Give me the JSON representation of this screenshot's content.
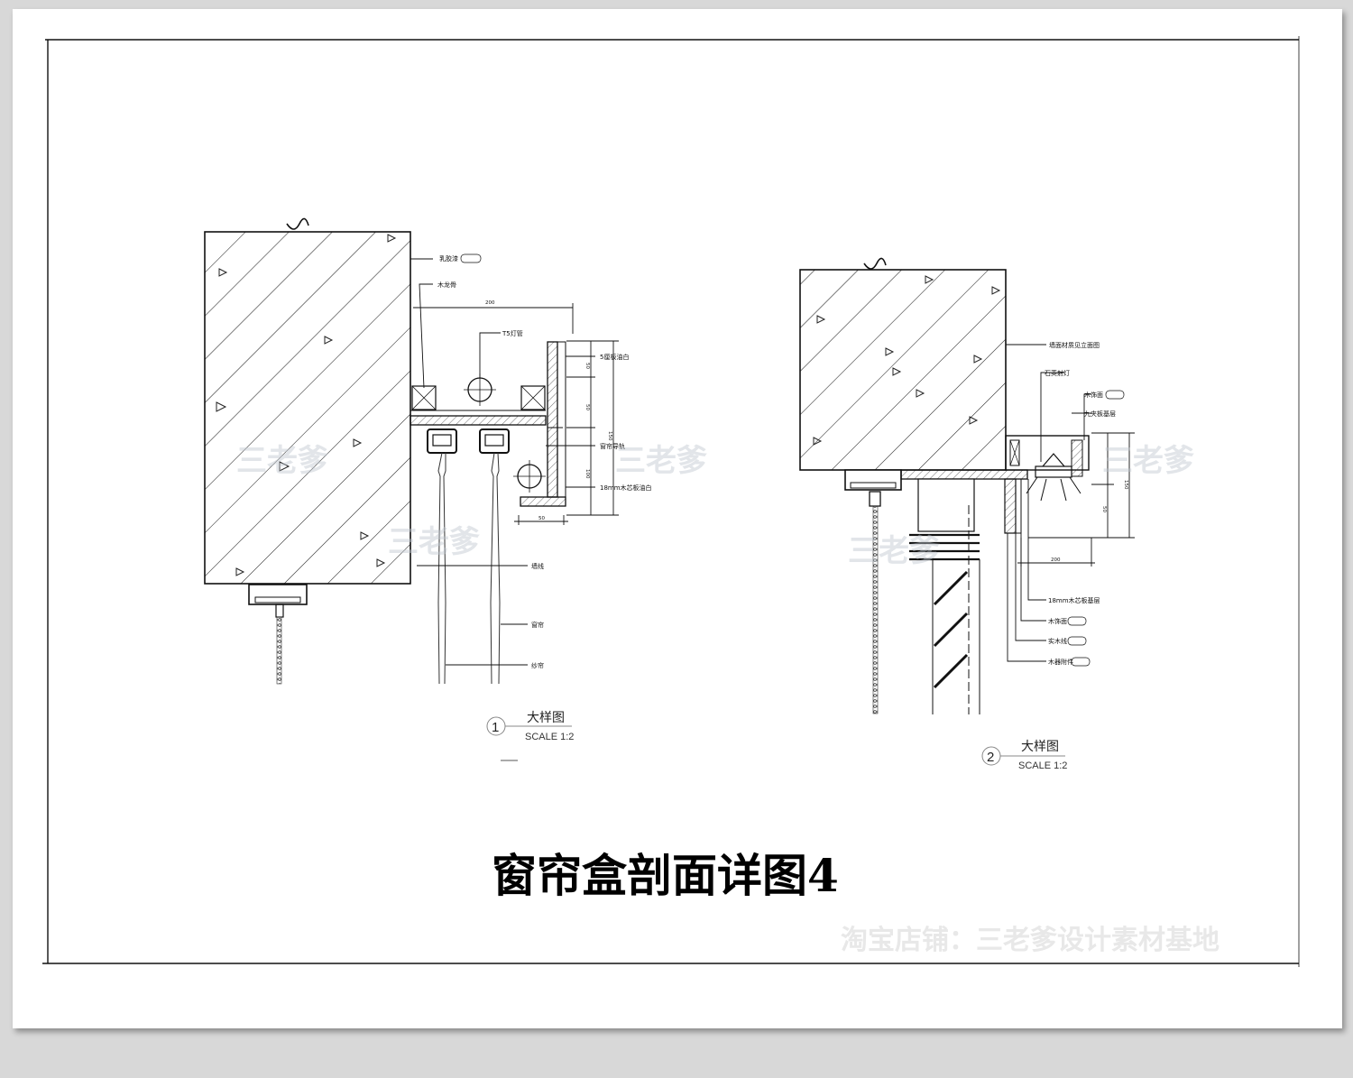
{
  "drawing_title": "窗帘盒剖面详图4",
  "shop_watermark": "淘宝店铺：三老爹设计素材基地",
  "watermark_mark": "三老爹",
  "detail_1": {
    "number": "1",
    "name": "大样图",
    "scale": "SCALE 1:2",
    "labels": {
      "latex_paint": "乳胶漆",
      "wood_keel": "木龙骨",
      "t5_tube": "T5灯管",
      "plate_5": "5厘板油白",
      "curtain_rail": "窗帘导轨",
      "board_18": "18mm木芯板油白",
      "wall_line": "墙线",
      "curtain": "窗帘",
      "sheer": "纱帘"
    },
    "dims": {
      "top": "200",
      "right_total": "150",
      "r1": "50",
      "r2": "50",
      "r3": "100",
      "bottom": "50"
    }
  },
  "detail_2": {
    "number": "2",
    "name": "大样图",
    "scale": "SCALE 1:2",
    "labels": {
      "wall_finish": "墙面材质见立面图",
      "spotlight": "石英射灯",
      "wood_veneer": "木饰面",
      "plywood_base": "九夹板基层",
      "board_18_base": "18mm木芯板基层",
      "wood_veneer_2": "木饰面",
      "solid_wood_line": "实木线",
      "wood_fittings": "木器附件"
    },
    "dims": {
      "right_total": "150",
      "r1": "50",
      "bottom": "200"
    }
  }
}
